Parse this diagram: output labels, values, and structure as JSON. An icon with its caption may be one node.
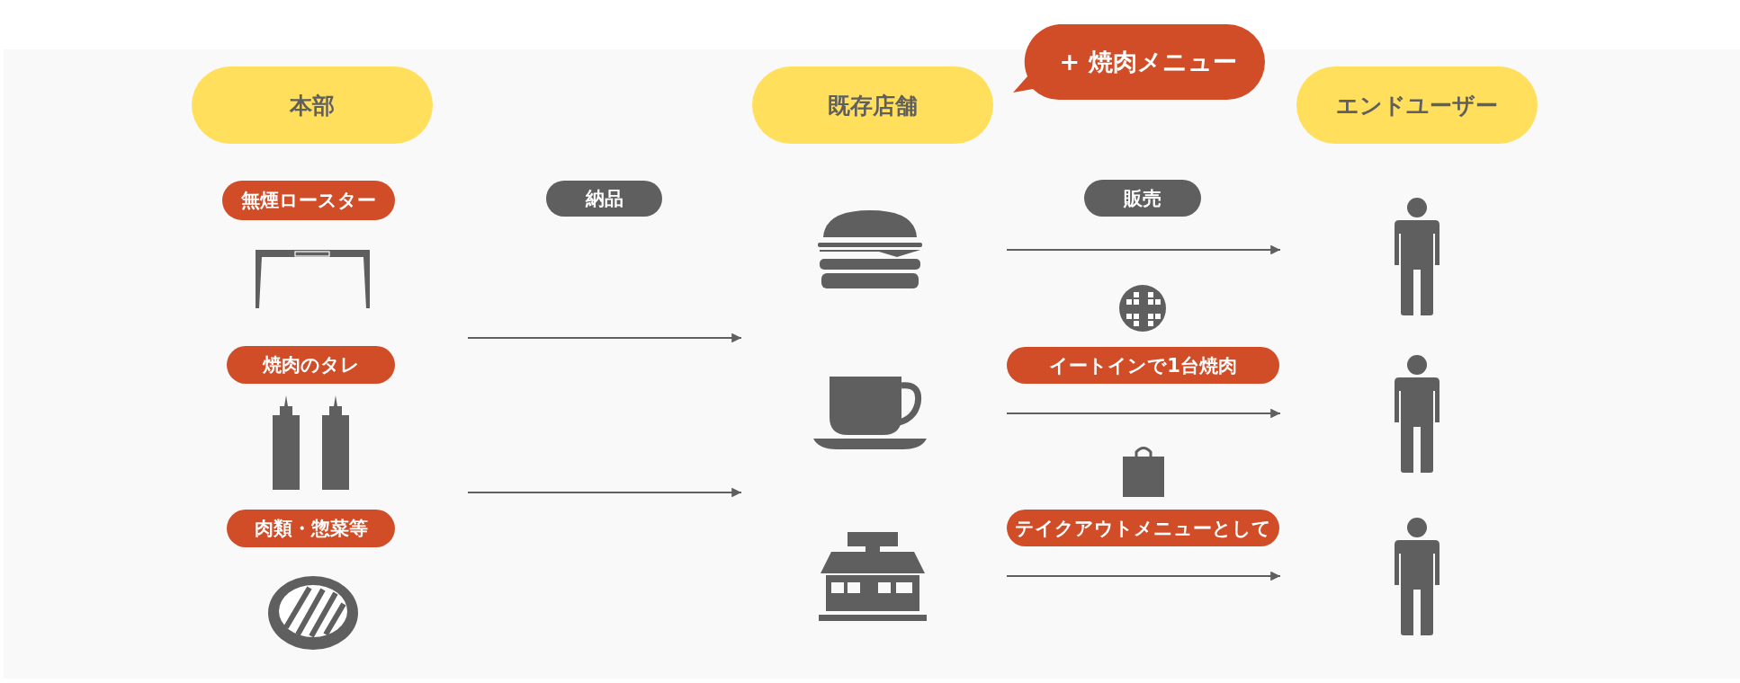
{
  "diagram": {
    "nodes": [
      {
        "text": [
          "本部"
        ]
      },
      {
        "text": [
          "既存店舗"
        ]
      },
      {
        "text": [
          "+ 焼肉メニュー"
        ]
      },
      {
        "text": [
          "エンドユーザー"
        ]
      },
      {
        "text": [
          "無煙ロースター"
        ]
      },
      {
        "text": [
          "納品"
        ]
      },
      {
        "text": [
          "販売"
        ]
      },
      {
        "text": [
          "焼肉のタレ"
        ]
      },
      {
        "text": [
          "イートインで1台焼肉"
        ]
      },
      {
        "text": [
          "テイクアウトメニューとして"
        ]
      },
      {
        "text": [
          "肉類・惣菜等"
        ]
      }
    ]
  }
}
